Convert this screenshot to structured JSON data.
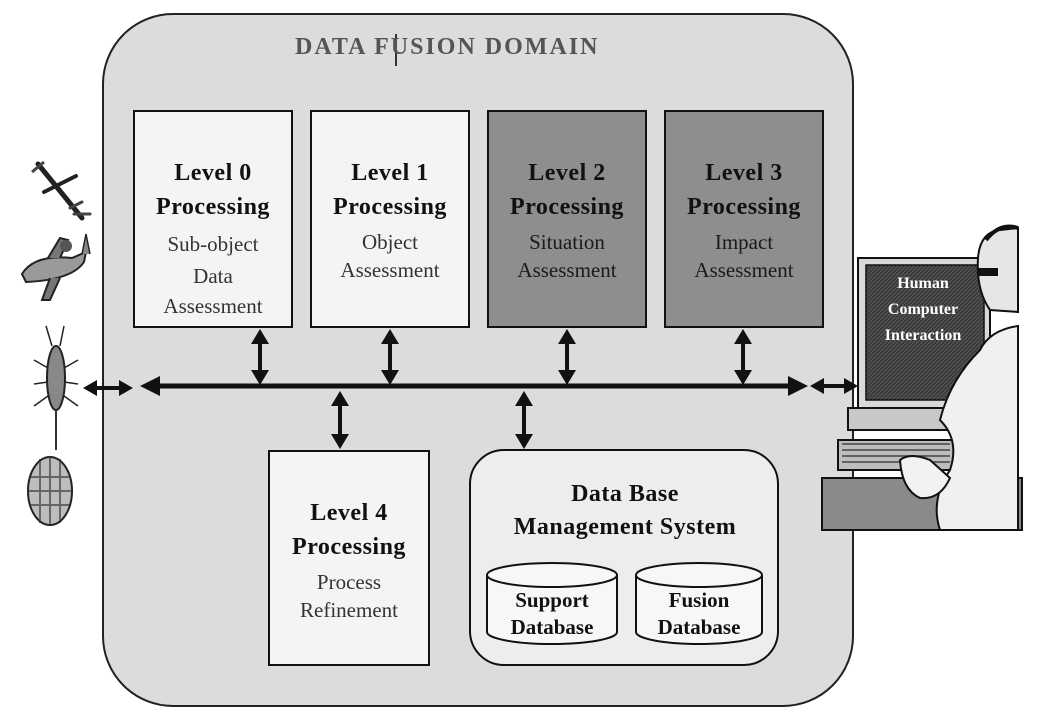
{
  "diagram": {
    "title": "DATA FUSION DOMAIN",
    "levels": [
      {
        "heading_1": "Level 0",
        "heading_2": "Processing",
        "subtitle_1": "Sub-object",
        "subtitle_2": "Data",
        "subtitle_3": "Assessment"
      },
      {
        "heading_1": "Level 1",
        "heading_2": "Processing",
        "subtitle_1": "Object",
        "subtitle_2": "Assessment"
      },
      {
        "heading_1": "Level 2",
        "heading_2": "Processing",
        "subtitle_1": "Situation",
        "subtitle_2": "Assessment"
      },
      {
        "heading_1": "Level 3",
        "heading_2": "Processing",
        "subtitle_1": "Impact",
        "subtitle_2": "Assessment"
      },
      {
        "heading_1": "Level 4",
        "heading_2": "Processing",
        "subtitle_1": "Process",
        "subtitle_2": "Refinement"
      }
    ],
    "dbms": {
      "title_1": "Data Base",
      "title_2": "Management System",
      "databases": [
        {
          "line_1": "Support",
          "line_2": "Database"
        },
        {
          "line_1": "Fusion",
          "line_2": "Database"
        }
      ]
    },
    "hci": {
      "line_1": "Human",
      "line_2": "Computer",
      "line_3": "Interaction"
    },
    "sources": [
      "uav-icon",
      "aircraft-icon",
      "insect-icon",
      "satellite-icon"
    ],
    "colors": {
      "background": "#ffffff",
      "domain_fill": "#dcdcdc",
      "level_light": "#f4f4f4",
      "level_dark": "#8e8e8e",
      "monitor_screen": "#3a3a3a",
      "line": "#111111"
    }
  }
}
